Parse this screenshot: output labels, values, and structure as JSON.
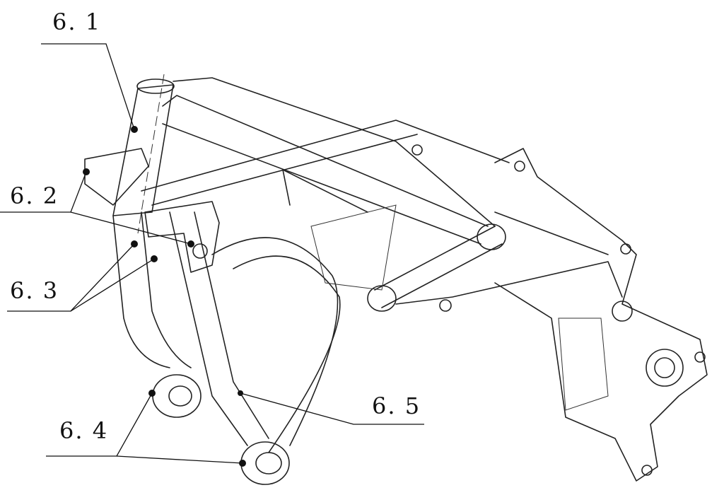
{
  "diagram": {
    "title": "Motorcycle frame callout drawing",
    "callouts": [
      {
        "id": "6.1",
        "label": "6. 1"
      },
      {
        "id": "6.2",
        "label": "6. 2"
      },
      {
        "id": "6.3",
        "label": "6. 3"
      },
      {
        "id": "6.4",
        "label": "6. 4"
      },
      {
        "id": "6.5",
        "label": "6. 5"
      }
    ],
    "colors": {
      "line": "#222222",
      "background": "#ffffff"
    }
  }
}
